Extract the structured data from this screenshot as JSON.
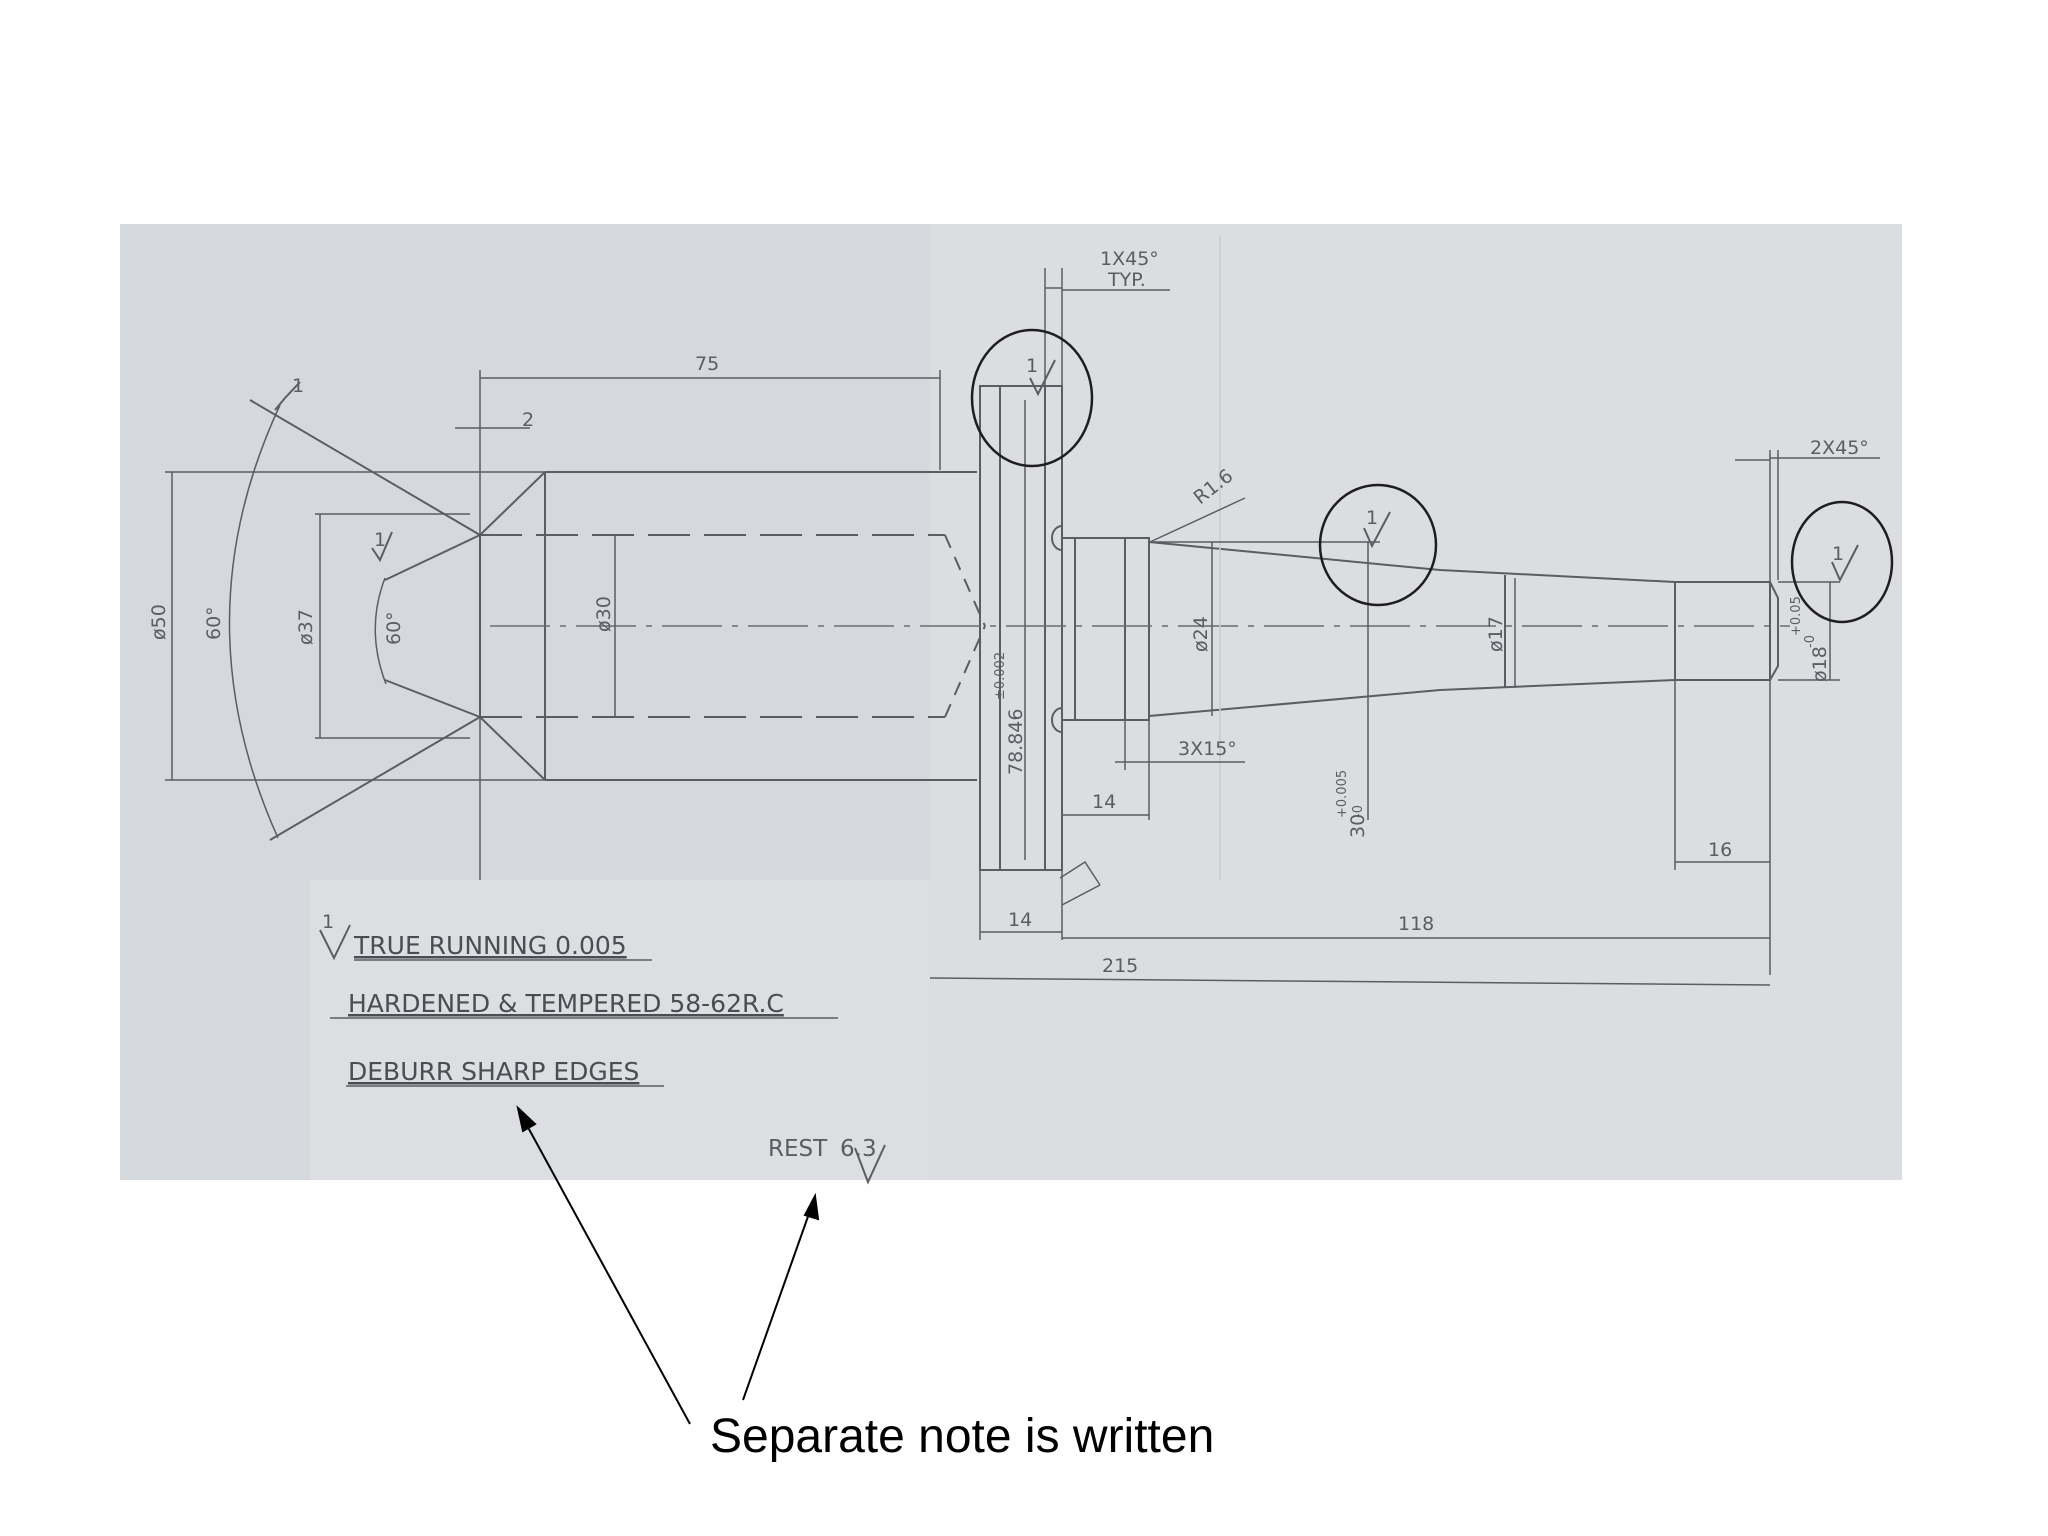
{
  "dimensions": {
    "len_75": "75",
    "len_2": "2",
    "chamfer_top": "1X45°",
    "typ": "TYP.",
    "chamfer_right": "2X45°",
    "radius": "R1.6",
    "dia_50": "ø50",
    "angle_60_outer": "60°",
    "dia_37": "ø37",
    "angle_60_inner": "60°",
    "dia_30": "ø30",
    "dia_78": "78.846",
    "tol_78": "±0.002",
    "dia_24": "ø24",
    "dia_17": "ø17",
    "dia_18": "ø18",
    "tol_18_upper": "+0.05",
    "tol_18_lower": "-0",
    "len_30": "30",
    "tol_30_upper": "+0.005",
    "tol_30_lower": "-0",
    "chamfer_3x15": "3X15°",
    "len_14_groove": "14",
    "len_14_flange": "14",
    "len_118": "118",
    "len_16": "16",
    "len_215": "215",
    "finish_value": "1"
  },
  "notes": {
    "true_running": "TRUE RUNNING 0.005",
    "hardened": "HARDENED & TEMPERED 58-62R.C",
    "deburr": "DEBURR SHARP EDGES",
    "rest_label": "REST",
    "rest_value": "6.3"
  },
  "caption": "Separate note is written",
  "colors": {
    "paper": "#d5d8dd",
    "paper_light": "#dfe1e5",
    "line": "#5a5d62",
    "circle": "#1e1e1e",
    "caption": "#000000"
  }
}
